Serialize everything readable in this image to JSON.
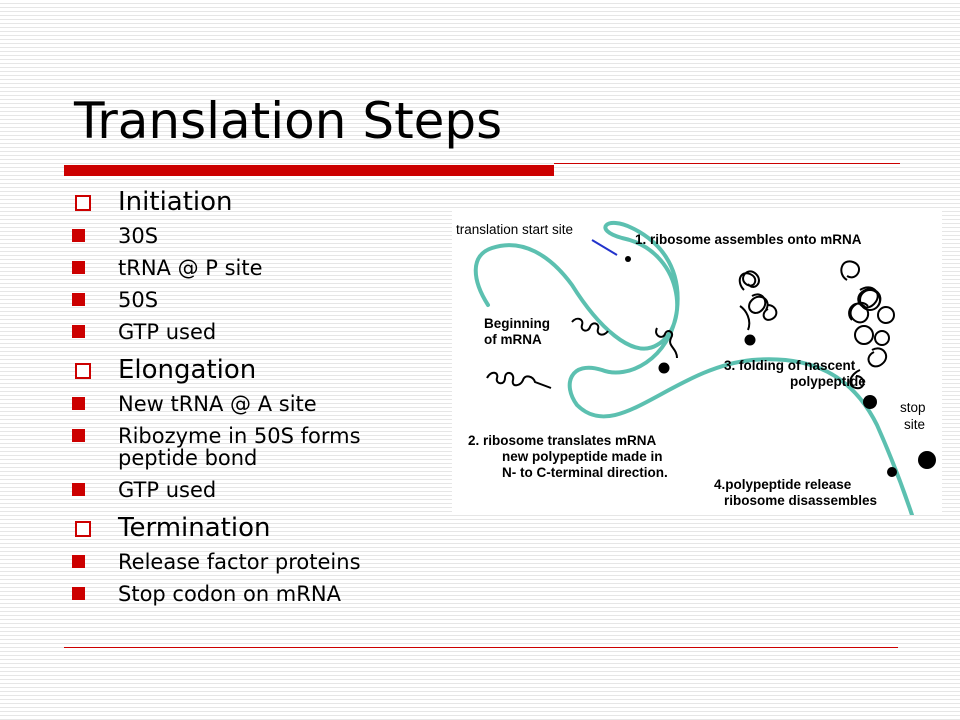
{
  "slide": {
    "title": "Translation Steps",
    "accent_color": "#cc0000"
  },
  "sections": [
    {
      "heading": "Initiation",
      "items": [
        "30S",
        "tRNA @ P site",
        "50S",
        "GTP used"
      ]
    },
    {
      "heading": "Elongation",
      "items": [
        "New tRNA @ A site",
        "Ribozyme in 50S forms peptide bond",
        "GTP used"
      ]
    },
    {
      "heading": "Termination",
      "items": [
        "Release factor proteins",
        "Stop codon on mRNA"
      ]
    }
  ],
  "diagram": {
    "mrna_color": "#5cc0b0",
    "labels": {
      "start_site": "translation start site",
      "beginning_line1": "Beginning",
      "beginning_line2": "of mRNA",
      "step1": "1. ribosome assembles onto mRNA",
      "step2_line1": "2. ribosome translates mRNA",
      "step2_line2": "new polypeptide made in",
      "step2_line3": "N- to C-terminal direction.",
      "step3_line1": "3. folding of nascent",
      "step3_line2": "polypeptide",
      "stop_line1": "stop",
      "stop_line2": "site",
      "step4_line1": "4.polypeptide release",
      "step4_line2": "ribosome disassembles"
    }
  }
}
